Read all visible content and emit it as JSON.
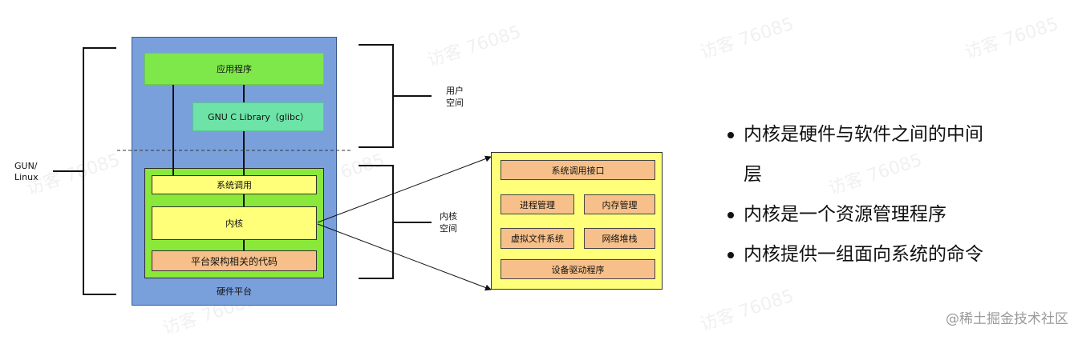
{
  "diagram": {
    "app_label": "应用程序",
    "glibc_label": "GNU C Library（glibc）",
    "syscall_label": "系统调用",
    "kernel_label": "内核",
    "arch_code_label": "平台架构相关的代码",
    "hardware_label": "硬件平台",
    "gnu_linux_label_line1": "GUN/",
    "gnu_linux_label_line2": "Linux",
    "user_space_line1": "用户",
    "user_space_line2": "空间",
    "kernel_space_line1": "内核",
    "kernel_space_line2": "空间",
    "kernel_detail": {
      "syscall_interface": "系统调用接口",
      "process_mgmt": "进程管理",
      "memory_mgmt": "内存管理",
      "vfs": "虚拟文件系统",
      "net_stack": "网络堆栈",
      "drivers": "设备驱动程序"
    }
  },
  "bullets": {
    "item1_line1": "内核是硬件与软件之间的中间",
    "item1_line2": "层",
    "item2": "内核是一个资源管理程序",
    "item3": "内核提供一组面向系统的命令"
  },
  "watermark_text": "访客 76085",
  "credit": "@稀土掘金技术社区",
  "colors": {
    "blue_outer": "#7aa0dc",
    "green_user": "#7ee84a",
    "teal_glibc": "#6ee3a8",
    "green_kernel_box": "#8ae83a",
    "yellow": "#ffff7a",
    "orange": "#f7c08a"
  }
}
